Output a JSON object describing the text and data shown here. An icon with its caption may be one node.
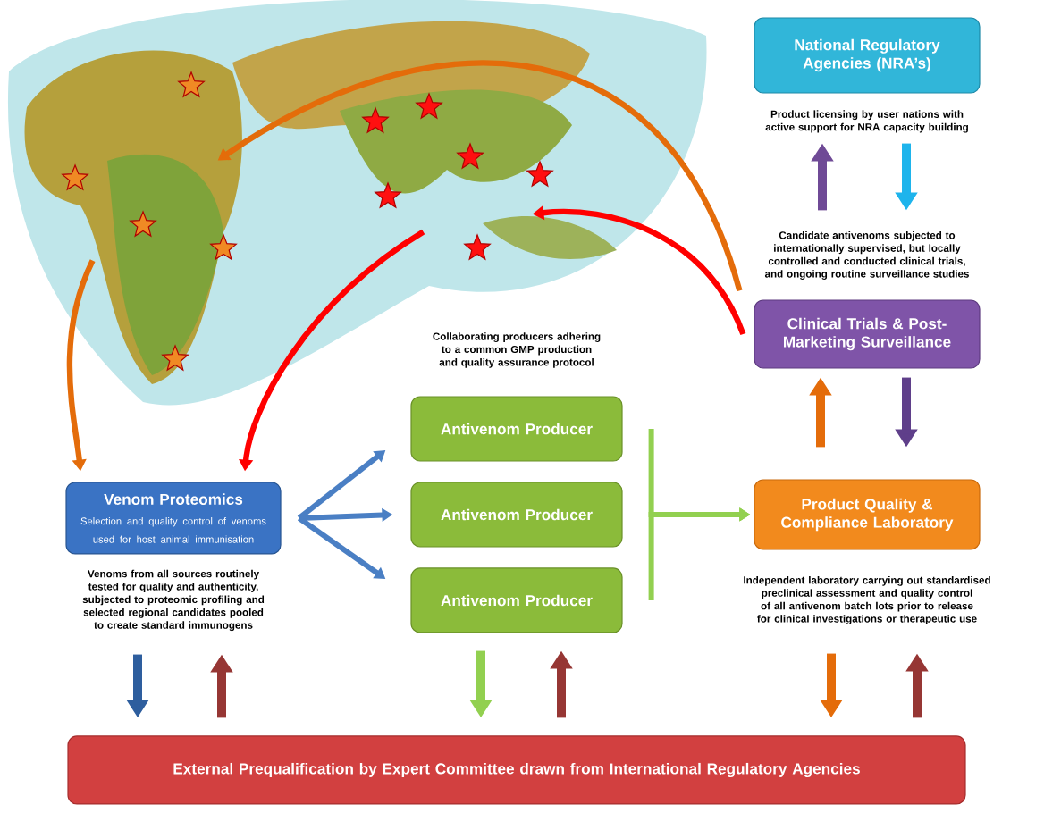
{
  "diagram": {
    "nodes": [
      {
        "text": [
          "National Regulatory Agencies (NRA’s)"
        ],
        "beside": [
          "Product licensing  by user nations with active support for NRA capacity building"
        ]
      },
      {
        "text": [
          "Clinical Trials & Post-Marketing Surveillance"
        ],
        "beside": [
          "Candidate antivenoms subjected to internationally supervised, but locally controlled and conducted clinical trials, and ongoing routine surveillance studies"
        ]
      },
      {
        "text": [
          "Venom Proteomics",
          "Selection and quality control of venoms used for host animal immunisation"
        ],
        "beside": [
          "Venoms from all sources routinely tested for quality and authenticity, subjected to proteomic profiling and selected regional candidates pooled to create standard immunogens"
        ]
      },
      {
        "text": [
          "Antivenom Producer"
        ]
      },
      {
        "text": [
          "Antivenom Producer"
        ]
      },
      {
        "text": [
          "Antivenom Producer"
        ]
      },
      {
        "text": [
          "Product Quality & Compliance Laboratory"
        ],
        "beside": [
          "Independent laboratory carrying out standardised preclinical assessment and quality control of all antivenom batch lots prior to release for  clinical investigations or therapeutic use"
        ]
      },
      {
        "text": [
          "External Prequalification by Expert Committee drawn from International Regulatory Agencies"
        ]
      },
      {
        "text": [],
        "shape": "picture"
      }
    ],
    "edges": [
      {
        "from": 1,
        "to": 0,
        "arrow": "to",
        "color": "#6f4a96"
      },
      {
        "from": 0,
        "to": 1,
        "arrow": "to",
        "color": "#1eb4ec"
      },
      {
        "from": 6,
        "to": 1,
        "arrow": "to",
        "color": "#e46c0a"
      },
      {
        "from": 1,
        "to": 6,
        "arrow": "to",
        "color": "#5f3f8a"
      },
      {
        "from": 2,
        "to": 3,
        "arrow": "to",
        "color": "#4a7fc4"
      },
      {
        "from": 2,
        "to": 4,
        "arrow": "to",
        "color": "#4a7fc4"
      },
      {
        "from": 2,
        "to": 5,
        "arrow": "to",
        "color": "#4a7fc4"
      },
      {
        "from": 3,
        "to": 6,
        "arrow": "to",
        "color": "#92d050"
      },
      {
        "from": 4,
        "to": 6,
        "arrow": "to",
        "color": "#92d050"
      },
      {
        "from": 5,
        "to": 6,
        "arrow": "to",
        "color": "#92d050"
      },
      {
        "from": 2,
        "to": 7,
        "arrow": "to",
        "color": "#2e5e9e"
      },
      {
        "from": 7,
        "to": 2,
        "arrow": "to",
        "color": "#963634"
      },
      {
        "from": 5,
        "to": 7,
        "arrow": "to",
        "color": "#92d050"
      },
      {
        "from": 7,
        "to": 5,
        "arrow": "to",
        "color": "#963634"
      },
      {
        "from": 6,
        "to": 7,
        "arrow": "to",
        "color": "#e46c0a"
      },
      {
        "from": 7,
        "to": 6,
        "arrow": "to",
        "color": "#963634"
      },
      {
        "from": 1,
        "to": 8,
        "arrow": "to",
        "color": "#e46c0a"
      },
      {
        "from": 8,
        "to": 2,
        "arrow": "to",
        "color": "#e46c0a"
      },
      {
        "from": 1,
        "to": 8,
        "arrow": "to",
        "color": "#ff0000"
      },
      {
        "from": 8,
        "to": 2,
        "arrow": "to",
        "color": "#ff0000"
      }
    ],
    "labels": [
      "Collaborating producers adhering to a common GMP production and quality assurance protocol"
    ]
  }
}
